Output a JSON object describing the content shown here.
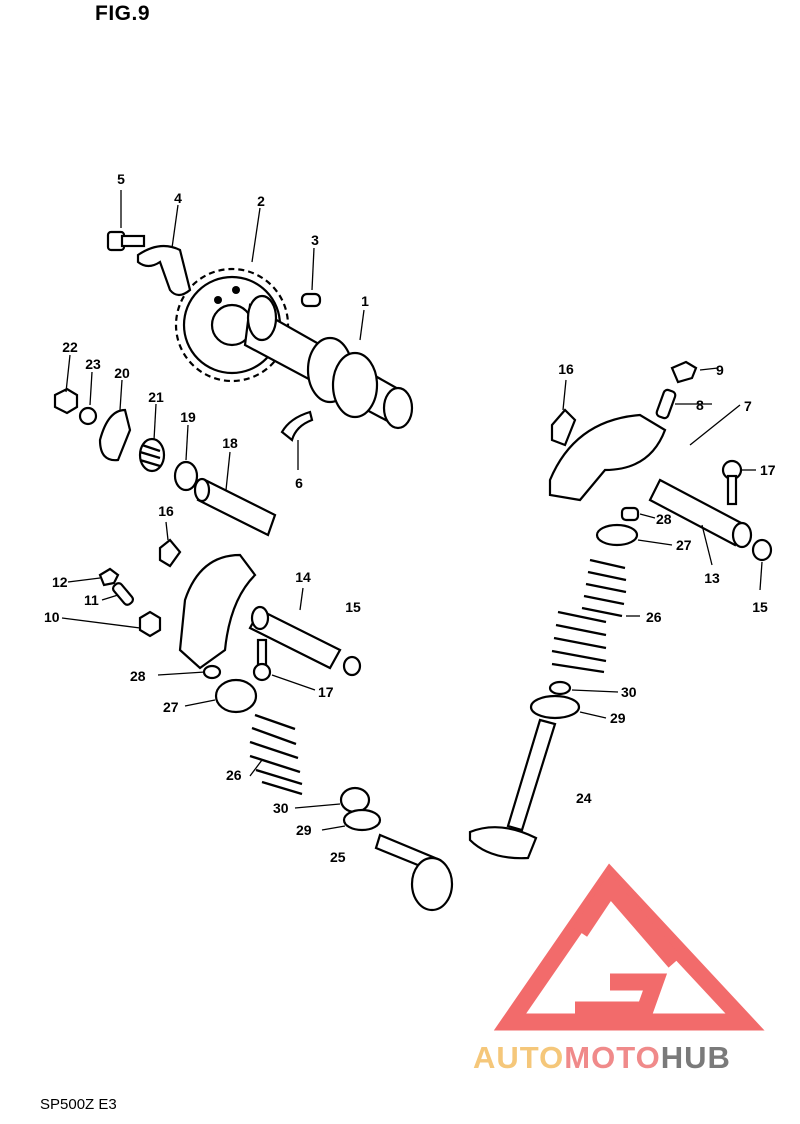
{
  "header": {
    "figure_label": "FIG.9"
  },
  "footer": {
    "model_code": "SP500Z  E3"
  },
  "callouts": {
    "c1": "1",
    "c2": "2",
    "c3": "3",
    "c4": "4",
    "c5": "5",
    "c6": "6",
    "c7": "7",
    "c8": "8",
    "c9": "9",
    "c10": "10",
    "c11": "11",
    "c12": "12",
    "c13": "13",
    "c14": "14",
    "c15a": "15",
    "c15b": "15",
    "c16a": "16",
    "c16b": "16",
    "c17a": "17",
    "c17b": "17",
    "c18": "18",
    "c19": "19",
    "c20": "20",
    "c21": "21",
    "c22": "22",
    "c23": "23",
    "c24": "24",
    "c25": "25",
    "c26a": "26",
    "c26b": "26",
    "c27a": "27",
    "c27b": "27",
    "c28a": "28",
    "c28b": "28",
    "c29a": "29",
    "c29b": "29",
    "c30a": "30",
    "c30b": "30"
  },
  "watermark": {
    "text_part1": "AUTO",
    "text_part2": "MOTO",
    "text_part3": "HUB",
    "colors": {
      "auto": "#f5c77a",
      "moto": "#f08a8a",
      "hub": "#7a7a7a",
      "triangle": "#f26b6b"
    }
  }
}
